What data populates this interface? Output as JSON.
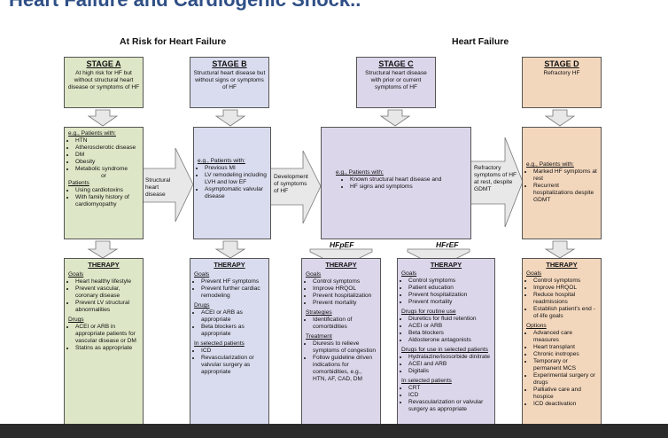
{
  "slide_title": "Heart Failure and Cardiogenic Shock..",
  "headers": {
    "at_risk": "At Risk for Heart Failure",
    "heart_failure": "Heart Failure"
  },
  "stages": [
    {
      "name": "STAGE A",
      "desc": "At high risk for HF but without structural heart disease or symptoms of HF"
    },
    {
      "name": "STAGE B",
      "desc": "Structural heart disease but without signs or symptoms of HF"
    },
    {
      "name": "STAGE C",
      "desc": "Structural heart disease with prior or current symptoms of HF"
    },
    {
      "name": "STAGE D",
      "desc": "Refractory HF"
    }
  ],
  "patients": {
    "a": {
      "eg": "e.g., Patients with:",
      "items": [
        "HTN",
        "Atherosclerotic disease",
        "DM",
        "Obesity",
        "Metabolic syndrome"
      ],
      "or": "or",
      "patients_label": "Patients",
      "items2": [
        "Using cardiotoxins",
        "With family history of cardiomyopathy"
      ]
    },
    "b": {
      "eg": "e.g., Patients with:",
      "items": [
        "Previous MI",
        "LV remodeling including LVH and low EF",
        "Asymptomatic valvular disease"
      ]
    },
    "c": {
      "eg": "e.g., Patients with:",
      "items": [
        "Known structural heart disease and",
        "HF signs and symptoms"
      ]
    },
    "d": {
      "eg": "e.g., Patients with:",
      "items": [
        "Marked HF symptoms at rest",
        "Recurrent hospitalizations despite GDMT"
      ]
    }
  },
  "connectors": {
    "ab": "Structural heart disease",
    "bc": "Development of symptoms of HF",
    "cd": "Refractory symptoms of HF at rest, despite GDMT"
  },
  "hf_labels": {
    "pef": "HFpEF",
    "ref": "HFrEF"
  },
  "therapy": {
    "title": "THERAPY",
    "a": {
      "goals_label": "Goals",
      "goals": [
        "Heart healthy lifestyle",
        "Prevent vascular, coronary disease",
        "Prevent LV structural abnormalities"
      ],
      "drugs_label": "Drugs",
      "drugs": [
        "ACEI or ARB in appropriate patients for vascular disease or DM",
        "Statins as appropriate"
      ]
    },
    "b": {
      "goals_label": "Goals",
      "goals": [
        "Prevent HF symptoms",
        "Prevent further cardiac remodeling"
      ],
      "drugs_label": "Drugs",
      "drugs": [
        "ACEI or ARB as appropriate",
        "Beta blockers as appropriate"
      ],
      "selected_label": "In selected patients",
      "selected": [
        "ICD",
        "Revascularization or valvular surgery as appropriate"
      ]
    },
    "c_pef": {
      "goals_label": "Goals",
      "goals": [
        "Control symptoms",
        "Improve HRQOL",
        "Prevent hospitalization",
        "Prevent mortality"
      ],
      "strategies_label": "Strategies",
      "strategies": [
        "Identification of comorbidities"
      ],
      "treatment_label": "Treatment",
      "treatment": [
        "Diuresis to relieve symptoms of congestion",
        "Follow guideline driven indications for comorbidities, e.g., HTN, AF, CAD, DM"
      ]
    },
    "c_ref": {
      "goals_label": "Goals",
      "goals": [
        "Control symptoms",
        "Patient education",
        "Prevent hospitalization",
        "Prevent mortality"
      ],
      "routine_label": "Drugs for routine use",
      "routine": [
        "Diuretics for fluid retention",
        "ACEI or ARB",
        "Beta blockers",
        "Aldosterone antagonists"
      ],
      "selected_drugs_label": "Drugs for use in selected patients",
      "selected_drugs": [
        "Hydralazine/isosorbide dinitrate",
        "ACEI and ARB",
        "Digitalis"
      ],
      "selected_label": "In selected patients",
      "selected": [
        "CRT",
        "ICD",
        "Revascularization or valvular surgery as appropriate"
      ]
    },
    "d": {
      "goals_label": "Goals",
      "goals": [
        "Control symptoms",
        "Improve HRQOL",
        "Reduce hospital readmissions",
        "Establish patient's end - of-life goals"
      ],
      "options_label": "Options",
      "options": [
        "Advanced care measures",
        "Heart transplant",
        "Chronic inotropes",
        "Temporary or permanent MCS",
        "Experimental surgery or drugs",
        "Palliative care and hospice",
        "ICD deactivation"
      ]
    }
  },
  "colors": {
    "stage_a": "#dde6c6",
    "stage_b": "#d9dcee",
    "stage_c": "#dcd6ea",
    "stage_d": "#f3d7bd",
    "title": "#2f4f86"
  }
}
